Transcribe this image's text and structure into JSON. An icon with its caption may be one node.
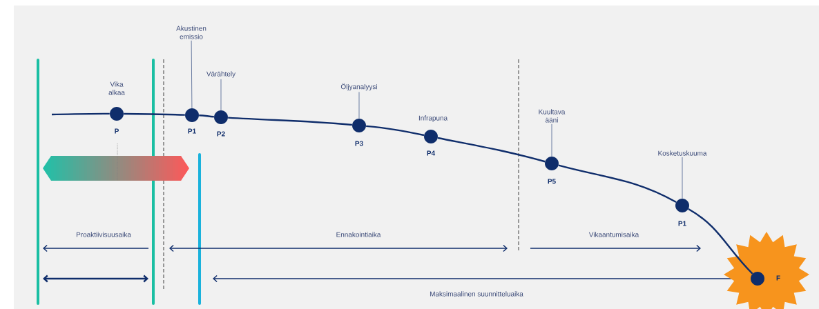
{
  "diagram": {
    "nodes": [
      {
        "text": [],
        "shape": "circle",
        "beside": [
          "Vika alkaa",
          "P"
        ]
      },
      {
        "text": [
          "Akustinen emissio"
        ]
      },
      {
        "text": [],
        "shape": "circle",
        "beside": [
          "P1"
        ]
      },
      {
        "text": [
          "Värähtely"
        ]
      },
      {
        "text": [],
        "shape": "circle",
        "beside": [
          "P2"
        ]
      },
      {
        "text": [
          "Öljyanalyysi"
        ]
      },
      {
        "text": [],
        "shape": "circle",
        "beside": [
          "P3"
        ]
      },
      {
        "text": [],
        "shape": "circle",
        "beside": [
          "Infrapuna",
          "P4"
        ]
      },
      {
        "text": [
          "Kuultava ääni"
        ]
      },
      {
        "text": [],
        "shape": "circle",
        "beside": [
          "P5"
        ]
      },
      {
        "text": [
          "Kosketuskuuma"
        ]
      },
      {
        "text": [],
        "shape": "circle",
        "beside": [
          "P1"
        ]
      },
      {
        "text": [
          "F"
        ]
      },
      {
        "text": [],
        "shape": "circle",
        "in": 12
      }
    ],
    "edges": [
      {
        "from": null,
        "to": 0,
        "arrow": "none"
      },
      {
        "from": 0,
        "to": 2,
        "arrow": "none"
      },
      {
        "from": 2,
        "to": 4,
        "arrow": "none"
      },
      {
        "from": 4,
        "to": 6,
        "arrow": "none"
      },
      {
        "from": 6,
        "to": 7,
        "arrow": "none"
      },
      {
        "from": 7,
        "to": 9,
        "arrow": "none"
      },
      {
        "from": 9,
        "to": 11,
        "arrow": "none"
      },
      {
        "from": 11,
        "to": 13,
        "arrow": "none"
      },
      {
        "from": 1,
        "to": 2,
        "arrow": "none"
      },
      {
        "from": 3,
        "to": 4,
        "arrow": "none"
      },
      {
        "from": 5,
        "to": 6,
        "arrow": "none"
      },
      {
        "from": 8,
        "to": 9,
        "arrow": "none"
      },
      {
        "from": 10,
        "to": 11,
        "arrow": "none"
      }
    ],
    "labels": [
      "Proaktiivisuusaika",
      "Ennakointiaika",
      "Vikaantumisaika",
      "Maksimaalinen suunnitteluaika"
    ]
  }
}
